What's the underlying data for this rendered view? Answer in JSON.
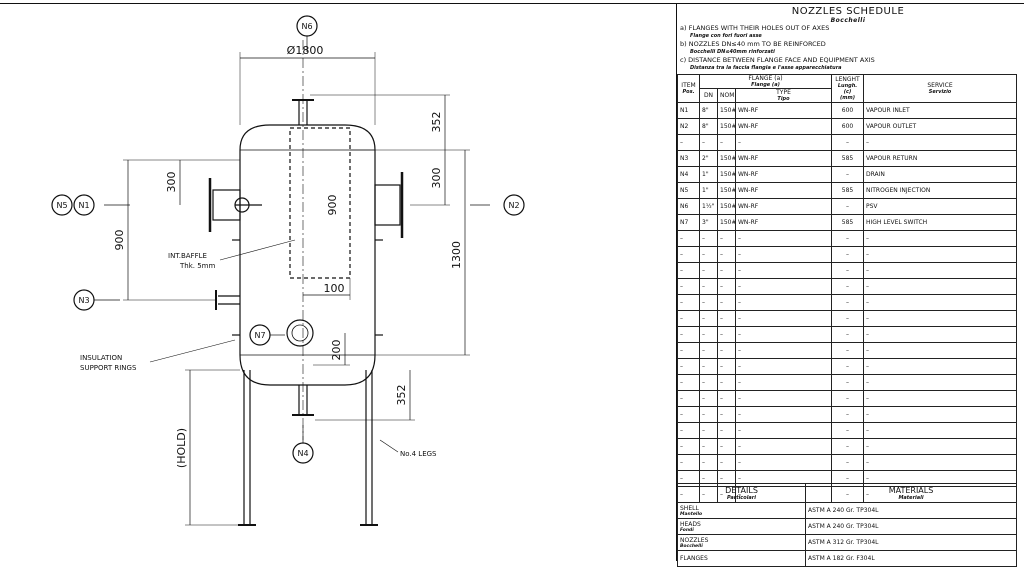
{
  "drawing": {
    "nozzle_tags": {
      "n6": "N6",
      "n5": "N5",
      "n1": "N1",
      "n2": "N2",
      "n3": "N3",
      "n7": "N7",
      "n4": "N4"
    },
    "dims": {
      "diameter": "Ø1800",
      "top_head": "352",
      "n1_height": "300",
      "n2_height": "300",
      "baffle_height": "900",
      "left_900": "900",
      "right_1300": "1300",
      "baffle_offset": "100",
      "n7_offset": "200",
      "bottom_head": "352",
      "hold": "(HOLD)"
    },
    "labels": {
      "baffle_line1": "INT.BAFFLE",
      "baffle_line2": "Thk. 5mm",
      "insulation_line1": "INSULATION",
      "insulation_line2": "SUPPORT RINGS",
      "legs": "No.4 LEGS"
    }
  },
  "schedule": {
    "title": "NOZZLES SCHEDULE",
    "title_sub": "Bocchelli",
    "notes": [
      {
        "text": "a) FLANGES WITH THEIR HOLES OUT OF AXES",
        "sub": "Flange con fori fuori asse"
      },
      {
        "text": "b) NOZZLES DN≤40 mm TO BE REINFORCED",
        "sub": "Bocchelli DN≤40mm rinforzati"
      },
      {
        "text": "c) DISTANCE BETWEEN FLANGE FACE AND EQUIPMENT AXIS",
        "sub": "Distanza tra la faccia flangia e l'asse apparecchiatura"
      }
    ],
    "headers": {
      "item": "ITEM",
      "item_sub": "Pos.",
      "flange": "FLANGE (a)",
      "flange_sub": "Flange (a)",
      "dn": "DN",
      "nom": "NOM.",
      "type": "TYPE",
      "type_sub": "Tipo",
      "length": "LENGHT",
      "length_sub": "Lungh.",
      "length_c": "(c)",
      "length_mm": "(mm)",
      "service": "SERVICE",
      "service_sub": "Servizio"
    },
    "rows": [
      {
        "item": "N1",
        "dn": "8\"",
        "nom": "150#",
        "type": "WN-RF",
        "length": "600",
        "service": "VAPOUR INLET"
      },
      {
        "item": "N2",
        "dn": "8\"",
        "nom": "150#",
        "type": "WN-RF",
        "length": "600",
        "service": "VAPOUR OUTLET"
      },
      {
        "item": "–",
        "dn": "–",
        "nom": "–",
        "type": "–",
        "length": "–",
        "service": "–"
      },
      {
        "item": "N3",
        "dn": "2\"",
        "nom": "150#",
        "type": "WN-RF",
        "length": "585",
        "service": "VAPOUR RETURN"
      },
      {
        "item": "N4",
        "dn": "1\"",
        "nom": "150#",
        "type": "WN-RF",
        "length": "–",
        "service": "DRAIN"
      },
      {
        "item": "N5",
        "dn": "1\"",
        "nom": "150#",
        "type": "WN-RF",
        "length": "585",
        "service": "NITROGEN INJECTION"
      },
      {
        "item": "N6",
        "dn": "1½\"",
        "nom": "150#",
        "type": "WN-RF",
        "length": "–",
        "service": "PSV"
      },
      {
        "item": "N7",
        "dn": "3\"",
        "nom": "150#",
        "type": "WN-RF",
        "length": "585",
        "service": "HIGH LEVEL SWITCH"
      },
      {
        "item": "–",
        "dn": "–",
        "nom": "–",
        "type": "–",
        "length": "–",
        "service": "–"
      },
      {
        "item": "–",
        "dn": "–",
        "nom": "–",
        "type": "–",
        "length": "–",
        "service": "–"
      },
      {
        "item": "–",
        "dn": "–",
        "nom": "–",
        "type": "–",
        "length": "–",
        "service": "–"
      },
      {
        "item": "–",
        "dn": "–",
        "nom": "–",
        "type": "–",
        "length": "–",
        "service": "–"
      },
      {
        "item": "–",
        "dn": "–",
        "nom": "–",
        "type": "–",
        "length": "–",
        "service": "–"
      },
      {
        "item": "–",
        "dn": "–",
        "nom": "–",
        "type": "–",
        "length": "–",
        "service": "–"
      },
      {
        "item": "–",
        "dn": "–",
        "nom": "–",
        "type": "–",
        "length": "–",
        "service": "–"
      },
      {
        "item": "–",
        "dn": "–",
        "nom": "–",
        "type": "–",
        "length": "–",
        "service": "–"
      },
      {
        "item": "–",
        "dn": "–",
        "nom": "–",
        "type": "–",
        "length": "–",
        "service": "–"
      },
      {
        "item": "–",
        "dn": "–",
        "nom": "–",
        "type": "–",
        "length": "–",
        "service": "–"
      },
      {
        "item": "–",
        "dn": "–",
        "nom": "–",
        "type": "–",
        "length": "–",
        "service": "–"
      },
      {
        "item": "–",
        "dn": "–",
        "nom": "–",
        "type": "–",
        "length": "–",
        "service": "–"
      },
      {
        "item": "–",
        "dn": "–",
        "nom": "–",
        "type": "–",
        "length": "–",
        "service": "–"
      },
      {
        "item": "–",
        "dn": "–",
        "nom": "–",
        "type": "–",
        "length": "–",
        "service": "–"
      },
      {
        "item": "–",
        "dn": "–",
        "nom": "–",
        "type": "–",
        "length": "–",
        "service": "–"
      },
      {
        "item": "–",
        "dn": "–",
        "nom": "–",
        "type": "–",
        "length": "–",
        "service": "–"
      },
      {
        "item": "–",
        "dn": "–",
        "nom": "–",
        "type": "–",
        "length": "–",
        "service": "–"
      }
    ],
    "details_header": "DETAILS",
    "details_sub": "Particolari",
    "materials_header": "MATERIALS",
    "materials_sub": "Materiali",
    "materials": [
      {
        "detail": "SHELL",
        "detail_sub": "Mantello",
        "material": "ASTM A 240 Gr. TP304L"
      },
      {
        "detail": "HEADS",
        "detail_sub": "Fondi",
        "material": "ASTM A 240 Gr. TP304L"
      },
      {
        "detail": "NOZZLES",
        "detail_sub": "Bocchelli",
        "material": "ASTM A 312 Gr. TP304L"
      },
      {
        "detail": "FLANGES",
        "detail_sub": "",
        "material": "ASTM A 182 Gr. F304L"
      }
    ]
  }
}
